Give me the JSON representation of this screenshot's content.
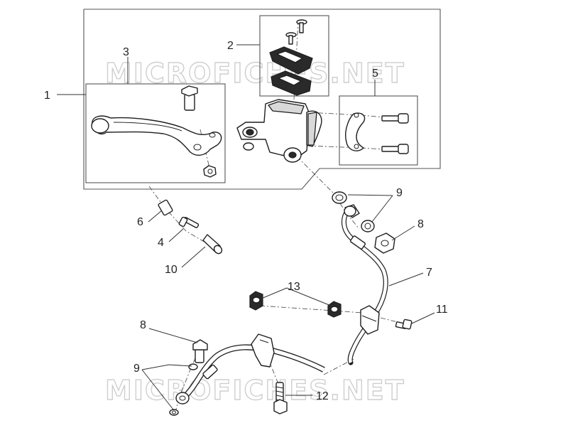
{
  "watermark": {
    "text": "MICROFICHES.NET",
    "color": "#cfcfcf"
  },
  "callouts": [
    {
      "id": "c1",
      "label": "1"
    },
    {
      "id": "c2",
      "label": "2"
    },
    {
      "id": "c3",
      "label": "3"
    },
    {
      "id": "c4",
      "label": "4"
    },
    {
      "id": "c5",
      "label": "5"
    },
    {
      "id": "c6",
      "label": "6"
    },
    {
      "id": "c7",
      "label": "7"
    },
    {
      "id": "c8a",
      "label": "8"
    },
    {
      "id": "c8b",
      "label": "8"
    },
    {
      "id": "c9a",
      "label": "9"
    },
    {
      "id": "c9b",
      "label": "9"
    },
    {
      "id": "c10",
      "label": "10"
    },
    {
      "id": "c11",
      "label": "11"
    },
    {
      "id": "c12",
      "label": "12"
    },
    {
      "id": "c13",
      "label": "13"
    }
  ]
}
